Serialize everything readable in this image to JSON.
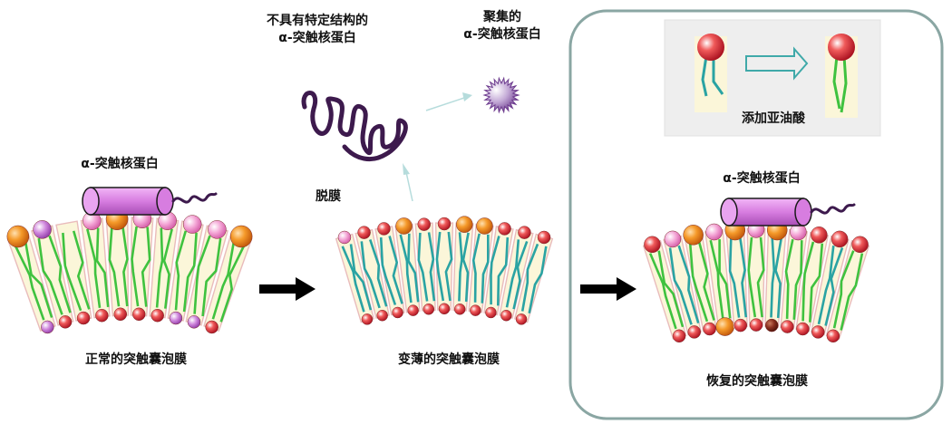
{
  "labels": {
    "unstructured_protein": "不具有特定结构的\nα-突触核蛋白",
    "aggregated_protein": "聚集的\nα-突触核蛋白",
    "alpha_synuclein_left": "α-突触核蛋白",
    "alpha_synuclein_right": "α-突触核蛋白",
    "detach": "脱膜",
    "add_linoleic_acid": "添加亚油酸",
    "normal_membrane": "正常的突触囊泡膜",
    "thinned_membrane": "变薄的突触囊泡膜",
    "restored_membrane": "恢复的突触囊泡膜"
  },
  "colors": {
    "cell_fill": "#fbf6d9",
    "cell_border": "#e9bcbc",
    "tail_green": "#3fc23f",
    "tail_teal": "#2aa3a3",
    "head_red": "#d9303a",
    "head_orange": "#f0891e",
    "head_pink": "#f2a2d4",
    "head_violet": "#cc80d6",
    "head_brown": "#8a2f1f",
    "protein_fill": "#d77de0",
    "protein_chain": "#3d1a4d",
    "inset_bg": "#eeeeee",
    "frame_border": "#8aa6a3",
    "arrow": "#000000",
    "thin_arrow": "#b6dcdc"
  }
}
